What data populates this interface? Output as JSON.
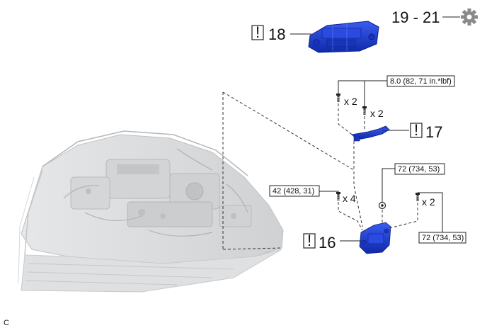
{
  "diagram": {
    "range_label": "19 - 21",
    "parts": [
      {
        "id": "18",
        "number": "18",
        "warn_mark": "!"
      },
      {
        "id": "17",
        "number": "17",
        "warn_mark": "!"
      },
      {
        "id": "16",
        "number": "16",
        "warn_mark": "!"
      }
    ],
    "torque_specs": {
      "bracket_bolts": "8.0 (82, 71 in.*lbf)",
      "upper_right": "72 (734, 53)",
      "left": "42 (428, 31)",
      "lower_right": "72 (734, 53)"
    },
    "quantities": {
      "bolt_a": "x 2",
      "bolt_b": "x 2",
      "bolt_left": "x 4",
      "bolt_right": "x 2"
    },
    "corner_code": "C",
    "colors": {
      "part_blue": "#1e3fd6",
      "part_blue_dark": "#0b1f8a",
      "engine_gray": "#c9cbcd",
      "gear_gray": "#8a8a8a"
    },
    "icons": {
      "service_icon": "gear-icon",
      "fastener_icon": "bolt-icon"
    }
  }
}
